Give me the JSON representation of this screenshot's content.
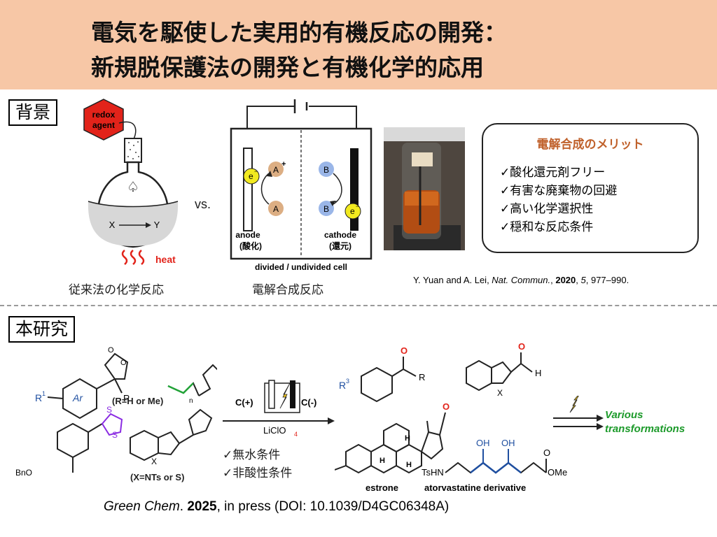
{
  "title": {
    "line1": "電気を駆使した実用的有機反応の開発：",
    "line2": "新規脱保護法の開発と有機化学的応用"
  },
  "background_section": {
    "label": "背景",
    "redox_line1": "redox",
    "redox_line2": "agent",
    "flask_reaction_x": "X",
    "flask_reaction_y": "Y",
    "heat": "heat",
    "vs": "vs.",
    "cell": {
      "anode_label": "anode",
      "anode_jp": "(酸化)",
      "cathode_label": "cathode",
      "cathode_jp": "(還元)",
      "cell_caption": "divided / undivided cell",
      "species_a_plus": "A",
      "species_a": "A",
      "species_b": "B",
      "species_b_minus": "B",
      "electron": "e"
    },
    "caption_conventional": "従来法の化学反応",
    "caption_electro": "電解合成反応",
    "merits": {
      "title": "電解合成のメリット",
      "items": [
        "✓酸化還元剤フリー",
        "✓有害な廃棄物の回避",
        "✓高い化学選択性",
        "✓穏和な反応条件"
      ]
    },
    "reference": {
      "authors": "Y. Yuan and A. Lei, ",
      "journal": "Nat. Commun.",
      "sep1": ", ",
      "year": "2020",
      "sep2": ", ",
      "volume": "5",
      "pages": ", 977–990."
    }
  },
  "research_section": {
    "label": "本研究",
    "substrates": {
      "r_label": "(R=H or Me)",
      "x_label": "(X=NTs  or S)",
      "bno": "BnO",
      "r1": "R",
      "ar": "Ar",
      "r": "R",
      "r2": "R",
      "n": "n",
      "x": "X"
    },
    "conditions": {
      "c_plus": "C(+)",
      "c_minus": "C(-)",
      "electrolyte": "LiClO",
      "check1": "✓無水条件",
      "check2": "✓非酸性条件"
    },
    "products": {
      "r3": "R",
      "r": "R",
      "o": "O",
      "h": "H",
      "x": "X",
      "estrone": "estrone",
      "ho": "HO",
      "atorvastatine": "atorvastatine derivative",
      "tshn": "TsHN",
      "oh": "OH",
      "ome": "OMe"
    },
    "various_line1": "Various",
    "various_line2": "transformations",
    "citation": {
      "journal": "Green Chem",
      "dot": ". ",
      "year": "2025",
      "rest": ", in press (DOI: 10.1039/D4GC06348A)"
    }
  },
  "colors": {
    "title_band": "#f7c7a6",
    "merit_title": "#c0612b",
    "heat": "#e2231a",
    "redox_hexagon": "#e2231a",
    "electron": "#f2ea1f",
    "species_a": "#dcae83",
    "species_b": "#9ab6e8",
    "blue_chain": "#1f4fa0",
    "purple_thio": "#8a2be2",
    "green_chain": "#22a338",
    "various": "#1c9a2a",
    "oxygen": "#e2231a"
  }
}
